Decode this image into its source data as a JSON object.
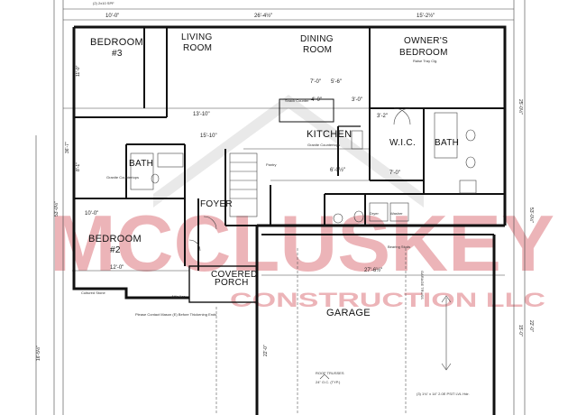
{
  "rooms": {
    "bedroom3": "BEDROOM",
    "bedroom3_no": "#3",
    "living": "LIVING",
    "living2": "ROOM",
    "dining": "DINING",
    "dining2": "ROOM",
    "owners": "OWNER'S",
    "owners2": "BEDROOM",
    "kitchen": "KITCHEN",
    "bath1": "BATH",
    "wic": "W.I.C.",
    "bath2": "BATH",
    "foyer": "FOYER",
    "bedroom2": "BEDROOM",
    "bedroom2_no": "#2",
    "covered": "COVERED",
    "porch": "PORCH",
    "garage": "GARAGE"
  },
  "dimensions": {
    "top_left": "10'-0\"",
    "top_center": "26'-4½\"",
    "top_right": "15'-2½\"",
    "left_overall": "53'-0½\"",
    "left_overall2": "36'-7\"",
    "left_lower": "16'-5½\"",
    "right_overall": "53'-0½\"",
    "right_overall2": "25'-0½\"",
    "right_garage": "22'-0\"",
    "right_garage2": "15'-0\"",
    "bottom_garage": "27'-6½\"",
    "garage_side": "22'-0\"",
    "mid_13": "13'-10\"",
    "mid_15": "15'-10\"",
    "mid_7": "7'-0\"",
    "mid_5": "5'-6\"",
    "mid_6": "6'-0½\"",
    "mid_4": "4'-0\"",
    "mid_3": "3'-0\"",
    "left_12": "12'-0\"",
    "left_11": "11'-0\"",
    "left_8": "8'-1\"",
    "left_10": "10'-0\"",
    "wic_7": "7'-0\"",
    "wic_3": "3'-2\""
  },
  "notes": {
    "owners_sub": "Raise Tray Clg.",
    "kitchen_sub": "Granite Countertops",
    "bath_sub": "Granite Countertops",
    "snack": "Snack Counter",
    "pantry": "Pantry",
    "dryer": "Dryer",
    "washer": "Washer",
    "garage_trusses": "ROOF TRUSSES",
    "garage_oc": "24\" O.C. (TYP.)",
    "garage_truss2": "GARAGE TRUSS",
    "bearing": "Bearing Studs",
    "beam": "(3) 1¾\" x 14\" 2.0E PSIT LVL Hdr.",
    "porch_note": "Please Contact Mason (E) Before Thickening Ends",
    "cultured": "Cultured Stone",
    "attic": "Attic Acc.",
    "ribbon": "(2) 2x10 SPF"
  },
  "watermark": {
    "big": "MCCLUSKEY",
    "small": "CONSTRUCTION  LLC",
    "color": "#c8202a"
  }
}
